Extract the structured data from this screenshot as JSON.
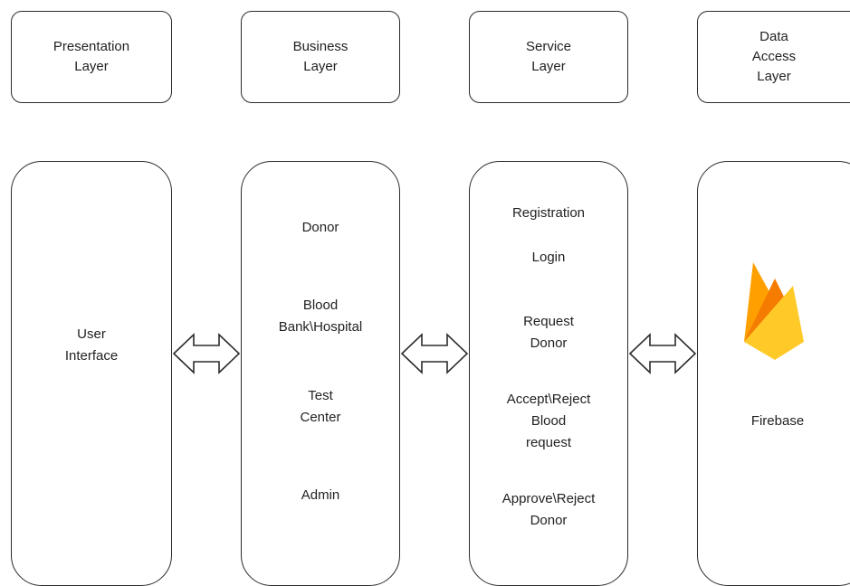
{
  "layers": [
    {
      "line1": "Presentation",
      "line2": "Layer"
    },
    {
      "line1": "Business",
      "line2": "Layer"
    },
    {
      "line1": "Service",
      "line2": "Layer"
    },
    {
      "line1": "Data",
      "line2": "Access",
      "line3": "Layer"
    }
  ],
  "presentation": {
    "line1": "User",
    "line2": "Interface"
  },
  "business": {
    "donor": "Donor",
    "blood_bank_1": "Blood",
    "blood_bank_2": "Bank\\Hospital",
    "test_center_1": "Test",
    "test_center_2": "Center",
    "admin": "Admin"
  },
  "service": {
    "registration": "Registration",
    "login": "Login",
    "request_1": "Request",
    "request_2": "Donor",
    "accept_1": "Accept\\Reject",
    "accept_2": "Blood",
    "accept_3": "request",
    "approve_1": "Approve\\Reject",
    "approve_2": "Donor"
  },
  "data_access": {
    "label": "Firebase",
    "logo": "firebase-logo"
  }
}
